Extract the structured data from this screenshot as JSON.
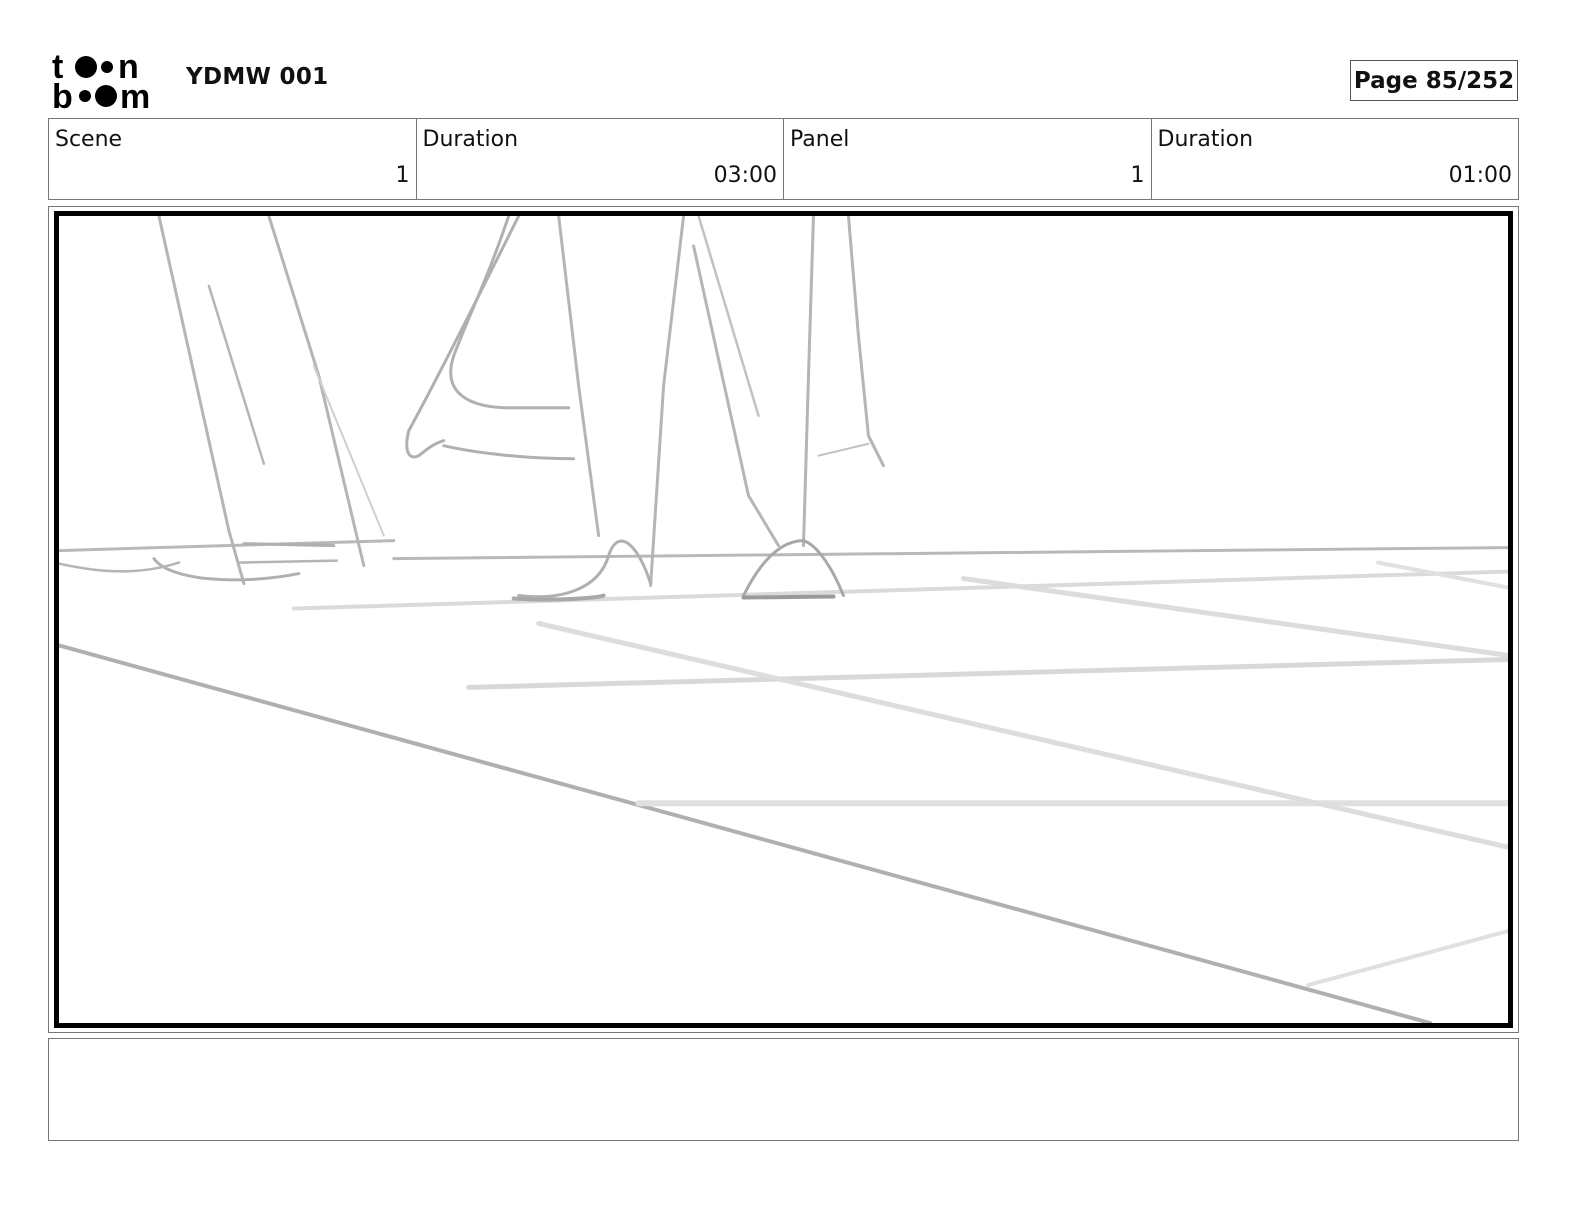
{
  "header": {
    "logo_text": "toon boom",
    "project_title": "YDMW 001",
    "page_label": "Page",
    "page_value": "85/252"
  },
  "info": {
    "scene_label": "Scene",
    "scene_value": "1",
    "scene_duration_label": "Duration",
    "scene_duration_value": "03:00",
    "panel_label": "Panel",
    "panel_value": "1",
    "panel_duration_label": "Duration",
    "panel_duration_value": "01:00"
  },
  "notes": {
    "text": ""
  }
}
